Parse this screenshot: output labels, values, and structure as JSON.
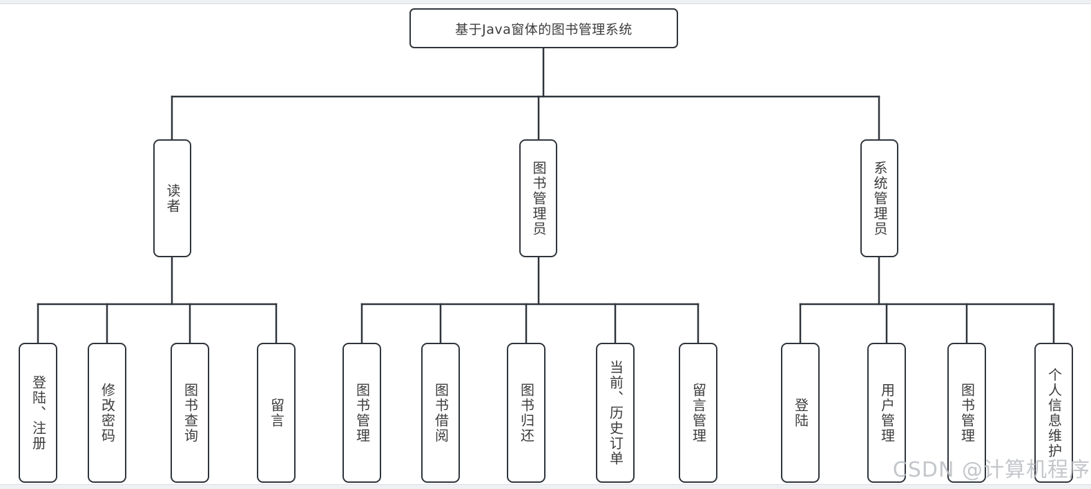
{
  "colors": {
    "line": "#2f343b",
    "background": "#ffffff",
    "frame_strip": "#eef0f4",
    "frame_border": "#d9dde3",
    "watermark": "#b9bdc1",
    "text": "#3c3c3c"
  },
  "watermark": "CSDN @计算机程序",
  "diagram": {
    "type": "tree",
    "root": {
      "label": "基于Java窗体的图书管理系统"
    },
    "branches": [
      {
        "label": "读者",
        "children": [
          "登陆、注册",
          "修改密码",
          "图书查询",
          "留言"
        ]
      },
      {
        "label": "图书管理员",
        "children": [
          "图书管理",
          "图书借阅",
          "图书归还",
          "当前、历史订单",
          "留言管理"
        ]
      },
      {
        "label": "系统管理员",
        "children": [
          "登陆",
          "用户管理",
          "图书管理",
          "个人信息维护"
        ]
      }
    ]
  }
}
